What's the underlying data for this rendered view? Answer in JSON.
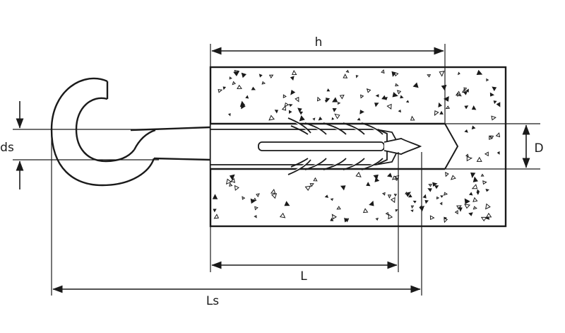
{
  "labels": {
    "h": "h",
    "L": "L",
    "Ls": "Ls",
    "ds": "ds",
    "D": "D"
  },
  "colors": {
    "stroke": "#1a1a1a",
    "background": "#ffffff"
  }
}
